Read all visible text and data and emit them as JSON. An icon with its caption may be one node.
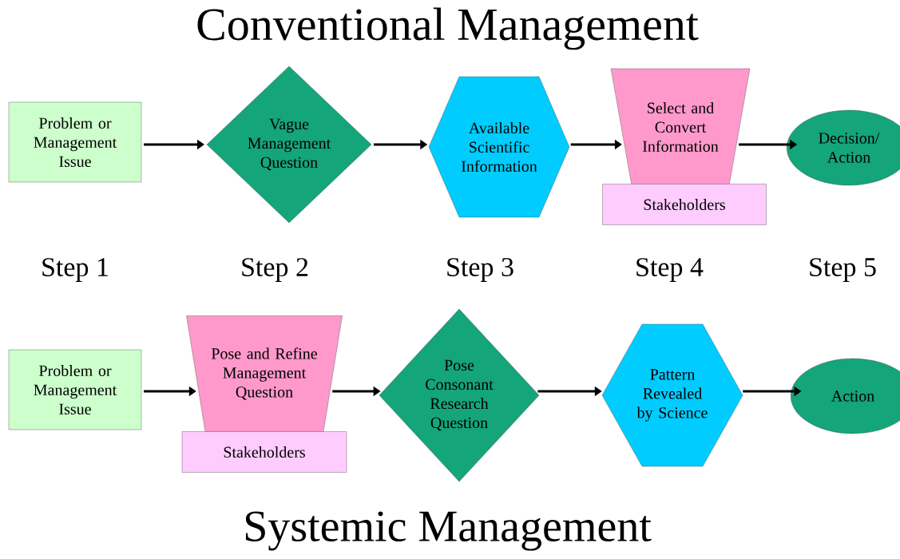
{
  "diagram": {
    "title": "Conventional Management",
    "nodes": [
      {
        "text": [
          "Problem or Management Issue"
        ]
      },
      {
        "text": [
          "Vague Management Question"
        ]
      },
      {
        "text": [
          "Available Scientific Information"
        ]
      },
      {
        "text": [
          "Select and Convert Information"
        ]
      },
      {
        "text": [
          "Stakeholders"
        ]
      },
      {
        "text": [
          "Decision/ Action"
        ]
      },
      {
        "text": [
          "Problem or Management Issue"
        ]
      },
      {
        "text": [
          "Pose and Refine Management Question"
        ]
      },
      {
        "text": [
          "Stakeholders"
        ]
      },
      {
        "text": [
          "Pose Consonant Research Question"
        ]
      },
      {
        "text": [
          "Pattern Revealed by Science"
        ]
      },
      {
        "text": [
          "Action"
        ]
      }
    ],
    "edges": [
      {
        "from": 0,
        "to": 1,
        "arrow": "to"
      },
      {
        "from": 1,
        "to": 2,
        "arrow": "to"
      },
      {
        "from": 2,
        "to": 3,
        "arrow": "to"
      },
      {
        "from": 3,
        "to": 5,
        "arrow": "to"
      },
      {
        "from": 6,
        "to": 7,
        "arrow": "to"
      },
      {
        "from": 7,
        "to": 9,
        "arrow": "to"
      },
      {
        "from": 9,
        "to": 10,
        "arrow": "to"
      },
      {
        "from": 10,
        "to": 11,
        "arrow": "to"
      }
    ],
    "labels": [
      "Step 1",
      "Step 2",
      "Step 3",
      "Step 4",
      "Step 5",
      "Systemic Management"
    ]
  }
}
